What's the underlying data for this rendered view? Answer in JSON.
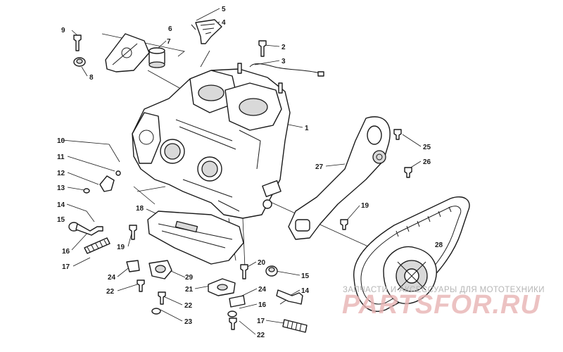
{
  "callouts": {
    "c1": "1",
    "c2": "2",
    "c3": "3",
    "c4": "4",
    "c5": "5",
    "c6": "6",
    "c7": "7",
    "c8": "8",
    "c9": "9",
    "c10": "10",
    "c11": "11",
    "c12": "12",
    "c13": "13",
    "c14a": "14",
    "c14b": "14",
    "c15a": "15",
    "c15b": "15",
    "c16a": "16",
    "c16b": "16",
    "c17a": "17",
    "c17b": "17",
    "c18": "18",
    "c19a": "19",
    "c19b": "19",
    "c20": "20",
    "c21": "21",
    "c22a": "22",
    "c22b": "22",
    "c22c": "22",
    "c23": "23",
    "c24a": "24",
    "c24b": "24",
    "c25": "25",
    "c26": "26",
    "c27": "27",
    "c28": "28",
    "c29": "29"
  },
  "watermark": {
    "caption": "ЗАПЧАСТИ И АКСЕССУАРЫ ДЛЯ МОТОТЕХНИКИ",
    "brand": "PARTSFOR.RU"
  }
}
